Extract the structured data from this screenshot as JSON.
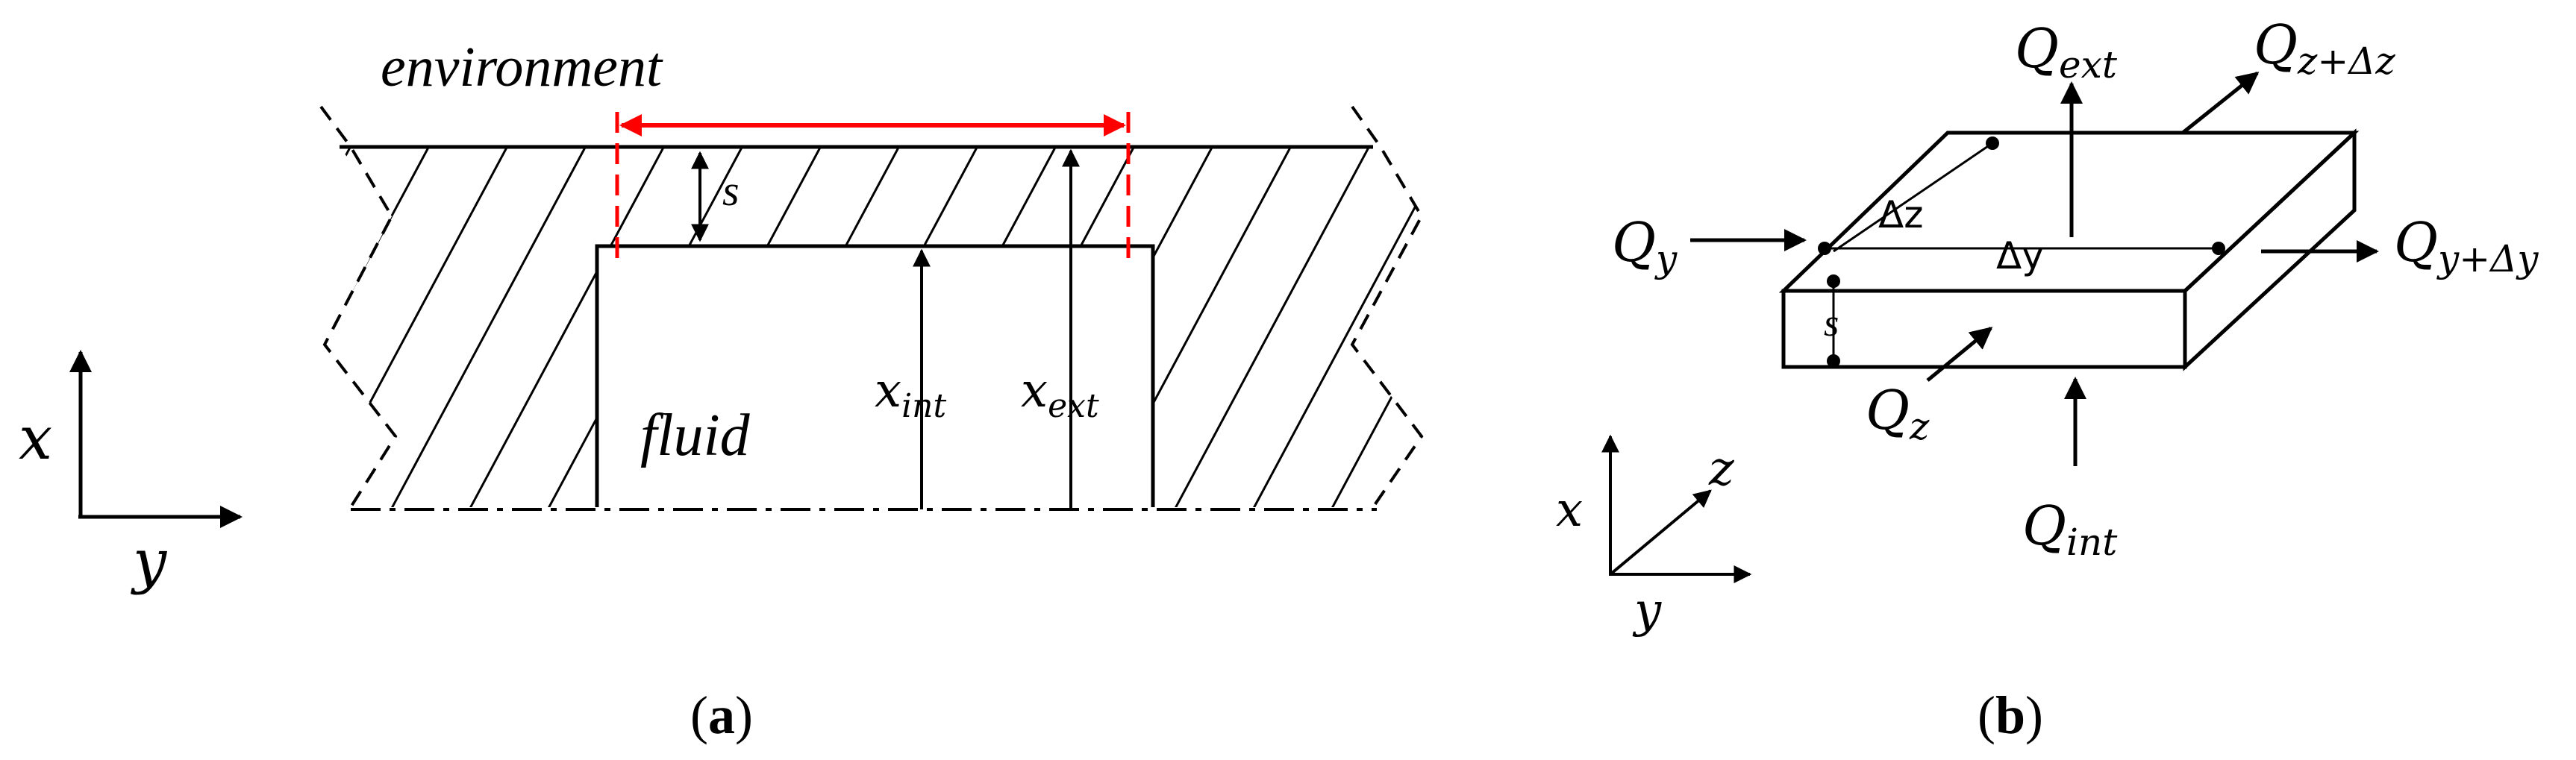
{
  "panel_a": {
    "environment_label": "environment",
    "fluid_label": "fluid",
    "s_label": "s",
    "x_int": {
      "base": "x",
      "sub": "int"
    },
    "x_ext": {
      "base": "x",
      "sub": "ext"
    },
    "axis_x": "x",
    "axis_y": "y",
    "caption_open": "(",
    "caption_letter": "a",
    "caption_close": ")",
    "colors": {
      "dimension": "#ff0000",
      "lines": "#000000"
    }
  },
  "panel_b": {
    "q_ext": {
      "base": "Q",
      "sub": "ext"
    },
    "q_z_dz": {
      "base": "Q",
      "sub": "z+Δz"
    },
    "q_y": {
      "base": "Q",
      "sub": "y"
    },
    "q_y_dy": {
      "base": "Q",
      "sub": "y+Δy"
    },
    "q_z": {
      "base": "Q",
      "sub": "z"
    },
    "q_int": {
      "base": "Q",
      "sub": "int"
    },
    "delta_z": "Δz",
    "delta_y": "Δy",
    "s_label": "s",
    "axis_x": "x",
    "axis_y": "y",
    "axis_z": "z",
    "caption_open": "(",
    "caption_letter": "b",
    "caption_close": ")"
  }
}
